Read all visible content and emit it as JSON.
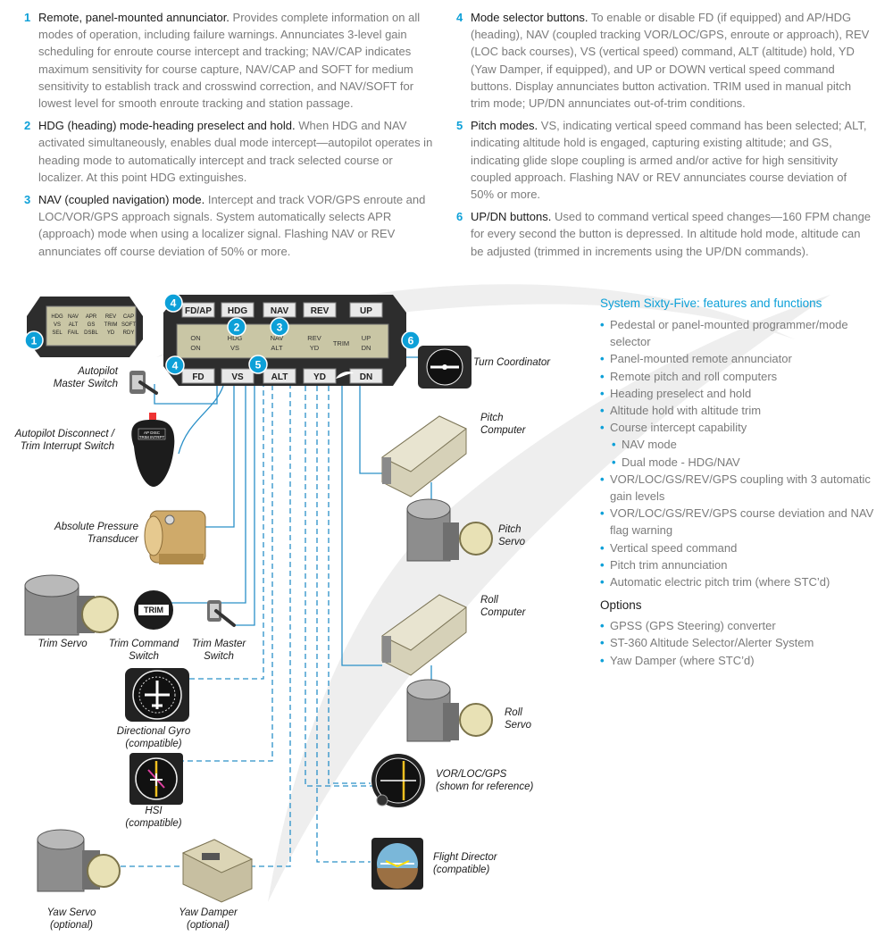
{
  "descriptions": [
    {
      "num": "1",
      "head": "Remote, panel-mounted annunciator.",
      "body": "Provides complete information on all modes of operation, including failure warnings. Annunciates 3-level gain scheduling for enroute course intercept and tracking; NAV/CAP indicates maximum sensitivity for course capture, NAV/CAP and SOFT for medium sensitivity to establish track and crosswind correction, and NAV/SOFT for lowest level for smooth enroute tracking and station passage."
    },
    {
      "num": "2",
      "head": "HDG (heading) mode-heading preselect and hold.",
      "body": "When HDG and NAV activated simultaneously, enables dual mode intercept—autopilot operates in heading mode to automatically intercept and track selected course or localizer. At this point HDG extinguishes."
    },
    {
      "num": "3",
      "head": "NAV (coupled navigation) mode.",
      "body": "Intercept and track VOR/GPS enroute and LOC/VOR/GPS approach signals. System automatically selects APR (approach) mode when using a localizer signal. Flashing NAV or REV annunciates off course deviation of 50% or more."
    },
    {
      "num": "4",
      "head": "Mode selector buttons.",
      "body": "To enable or disable FD (if equipped) and AP/HDG (heading), NAV (coupled tracking VOR/LOC/GPS, enroute or approach), REV (LOC back courses), VS (vertical speed) command, ALT (altitude) hold, YD (Yaw Damper, if equipped), and UP or DOWN vertical speed command buttons. Display annunciates button activation. TRIM used in manual pitch trim mode; UP/DN annunciates out-of-trim conditions."
    },
    {
      "num": "5",
      "head": "Pitch modes.",
      "body": "VS, indicating vertical speed command has been selected; ALT, indicating altitude hold is engaged, capturing existing altitude; and GS, indicating glide slope coupling is armed and/or active for high sensitivity coupled approach. Flashing NAV or REV annunciates course deviation of 50% or more."
    },
    {
      "num": "6",
      "head": "UP/DN buttons.",
      "body": "Used to command vertical speed changes—160 FPM change for every second the button is depressed. In altitude hold mode, altitude can be adjusted (trimmed in increments using the UP/DN commands)."
    }
  ],
  "features": {
    "title": "System Sixty-Five: features and functions",
    "items": [
      {
        "text": "Pedestal or panel-mounted programmer/mode selector",
        "sub": false
      },
      {
        "text": "Panel-mounted remote annunciator",
        "sub": false
      },
      {
        "text": "Remote pitch and roll computers",
        "sub": false
      },
      {
        "text": "Heading preselect and hold",
        "sub": false
      },
      {
        "text": "Altitude hold with altitude trim",
        "sub": false
      },
      {
        "text": "Course intercept capability",
        "sub": false
      },
      {
        "text": "NAV mode",
        "sub": true
      },
      {
        "text": "Dual mode - HDG/NAV",
        "sub": true
      },
      {
        "text": "VOR/LOC/GS/REV/GPS coupling with 3 automatic gain levels",
        "sub": false
      },
      {
        "text": "VOR/LOC/GS/REV/GPS course deviation and NAV flag warning",
        "sub": false
      },
      {
        "text": "Vertical speed command",
        "sub": false
      },
      {
        "text": "Pitch trim annunciation",
        "sub": false
      },
      {
        "text": "Automatic electric pitch trim (where STC’d)",
        "sub": false
      }
    ],
    "options_title": "Options",
    "options": [
      "GPSS (GPS Steering) converter",
      "ST-360 Altitude Selector/Alerter System",
      "Yaw Damper (where STC’d)"
    ]
  },
  "programmer": {
    "top_buttons": [
      "FD/AP",
      "HDG",
      "NAV",
      "REV",
      "UP"
    ],
    "bottom_buttons": [
      "FD",
      "VS",
      "ALT",
      "YD",
      "DN"
    ],
    "display_row1": [
      "ON",
      "HDG",
      "NAV",
      "REV",
      "UP"
    ],
    "display_row2": [
      "ON",
      "VS",
      "ALT",
      "YD",
      "DN"
    ],
    "display_trim": "TRIM"
  },
  "annunciator": {
    "row1": [
      "HDG",
      "NAV",
      "APR",
      "REV",
      "CAP"
    ],
    "row2": [
      "VS",
      "ALT",
      "GS",
      "TRIM",
      "SOFT"
    ],
    "row3": [
      "SEL",
      "FAIL",
      "DSBL",
      "YD",
      "RDY"
    ]
  },
  "callouts": [
    "1",
    "2",
    "3",
    "4",
    "4",
    "5",
    "6"
  ],
  "disconnect_switch_text": [
    "AP DISC",
    "TRIM INTRPT"
  ],
  "trim_switch_text": "TRIM",
  "labels": {
    "autopilot_master": [
      "Autopilot",
      "Master Switch"
    ],
    "disconnect": [
      "Autopilot Disconnect /",
      "Trim Interrupt Switch"
    ],
    "pressure": [
      "Absolute Pressure",
      "Transducer"
    ],
    "trim_servo": [
      "Trim Servo"
    ],
    "trim_command": [
      "Trim Command",
      "Switch"
    ],
    "trim_master": [
      "Trim Master",
      "Switch"
    ],
    "directional_gyro": [
      "Directional Gyro",
      "(compatible)"
    ],
    "hsi": [
      "HSI",
      "(compatible)"
    ],
    "yaw_servo": [
      "Yaw Servo",
      "(optional)"
    ],
    "yaw_damper": [
      "Yaw Damper",
      "(optional)"
    ],
    "turn_coordinator": [
      "Turn Coordinator"
    ],
    "pitch_computer": [
      "Pitch",
      "Computer"
    ],
    "pitch_servo": [
      "Pitch",
      "Servo"
    ],
    "roll_computer": [
      "Roll",
      "Computer"
    ],
    "roll_servo": [
      "Roll",
      "Servo"
    ],
    "vor": [
      "VOR/LOC/GPS",
      "(shown for reference)"
    ],
    "flight_director": [
      "Flight Director",
      "(compatible)"
    ]
  },
  "colors": {
    "accent": "#0da0d8",
    "body_text": "#7b7b7b",
    "heading_text": "#1b1b1b",
    "wire": "#2a90c8",
    "panel": "#2d2d2d"
  }
}
